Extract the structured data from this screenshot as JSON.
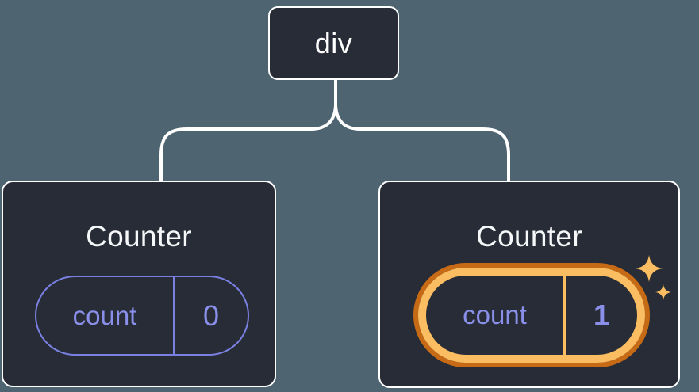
{
  "tree": {
    "root": {
      "label": "div"
    },
    "children": [
      {
        "title": "Counter",
        "state": {
          "name": "count",
          "value": "0"
        },
        "highlighted": false
      },
      {
        "title": "Counter",
        "state": {
          "name": "count",
          "value": "1"
        },
        "highlighted": true
      }
    ]
  },
  "icons": {
    "sparkles": "sparkles-icon (two four-point stars marking freshly updated state)"
  },
  "colors": {
    "background": "#4E6470",
    "card": "#272C36",
    "white": "#FFFFFF",
    "title": "#F6F7F9",
    "purple_border": "#7A80E2",
    "purple_text": "#8A8FE9",
    "orange_dark": "#C76A15",
    "orange_gold": "#FABD62"
  }
}
